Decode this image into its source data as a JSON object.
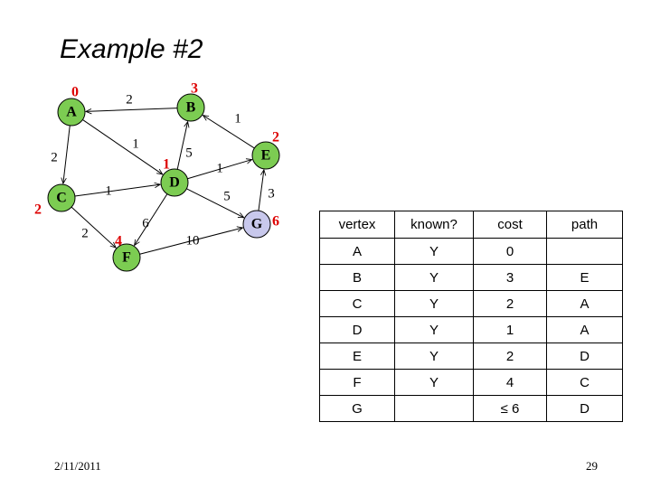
{
  "title": "Example #2",
  "colors": {
    "node_fill": "#7ccc52",
    "current_fill": "#c8c8ec",
    "distance_label": "#dd0000"
  },
  "graph": {
    "nodes": [
      {
        "id": "A",
        "label": "A",
        "distance": "0",
        "state": "known"
      },
      {
        "id": "B",
        "label": "B",
        "distance": "3",
        "state": "known"
      },
      {
        "id": "C",
        "label": "C",
        "distance": "2",
        "state": "known"
      },
      {
        "id": "D",
        "label": "D",
        "distance": "1",
        "state": "known"
      },
      {
        "id": "E",
        "label": "E",
        "distance": "2",
        "state": "known"
      },
      {
        "id": "F",
        "label": "F",
        "distance": "4",
        "state": "known"
      },
      {
        "id": "G",
        "label": "G",
        "distance": "6",
        "state": "current"
      }
    ],
    "edges": [
      {
        "from": "B",
        "to": "A",
        "weight": "2"
      },
      {
        "from": "A",
        "to": "C",
        "weight": "2"
      },
      {
        "from": "A",
        "to": "D",
        "weight": "1"
      },
      {
        "from": "D",
        "to": "B",
        "weight": "5"
      },
      {
        "from": "E",
        "to": "B",
        "weight": "1"
      },
      {
        "from": "C",
        "to": "D",
        "weight": "1"
      },
      {
        "from": "D",
        "to": "E",
        "weight": "1"
      },
      {
        "from": "D",
        "to": "G",
        "weight": "5"
      },
      {
        "from": "G",
        "to": "E",
        "weight": "3"
      },
      {
        "from": "C",
        "to": "F",
        "weight": "2"
      },
      {
        "from": "D",
        "to": "F",
        "weight": "6"
      },
      {
        "from": "F",
        "to": "G",
        "weight": "10"
      }
    ]
  },
  "table": {
    "headers": [
      "vertex",
      "known?",
      "cost",
      "path"
    ],
    "rows": [
      [
        "A",
        "Y",
        "0",
        ""
      ],
      [
        "B",
        "Y",
        "3",
        "E"
      ],
      [
        "C",
        "Y",
        "2",
        "A"
      ],
      [
        "D",
        "Y",
        "1",
        "A"
      ],
      [
        "E",
        "Y",
        "2",
        "D"
      ],
      [
        "F",
        "Y",
        "4",
        "C"
      ],
      [
        "G",
        "",
        "≤ 6",
        "D"
      ]
    ]
  },
  "footer": {
    "date": "2/11/2011",
    "page": "29"
  }
}
